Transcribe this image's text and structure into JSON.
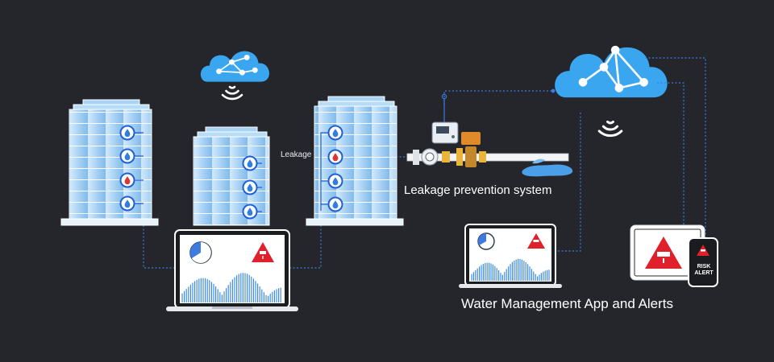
{
  "labels": {
    "leakage": "Leakage",
    "leakage_prevention": "Leakage prevention system",
    "water_management": "Water Management App and Alerts",
    "risk": "RISK",
    "alert": "ALERT"
  },
  "icons": [
    "cloud-network-icon",
    "wifi-signal-icon",
    "water-drop-sensor-icon",
    "warning-triangle-icon",
    "pie-chart-icon",
    "router-icon"
  ],
  "colors": {
    "background": "#24262b",
    "cloud": "#3aa6f0",
    "building_glass": "#a7d3f4",
    "sensor_ring": "#1f5fd6",
    "leak_drop": "#d93636",
    "alert_red": "#e0202a",
    "water": "#4a9fe8",
    "connector": "#3d7be0"
  }
}
